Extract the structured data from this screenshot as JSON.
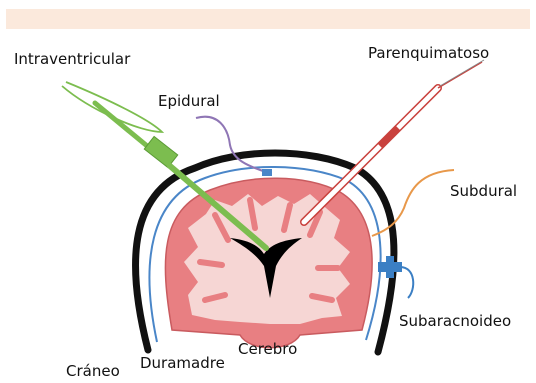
{
  "labels": {
    "intraventricular": "Intraventricular",
    "parenquimatoso": "Parenquimatoso",
    "epidural": "Epidural",
    "subdural": "Subdural",
    "subaracnoideo": "Subaracnoideo",
    "craneo": "Cráneo",
    "duramadre": "Duramadre",
    "cerebro": "Cerebro"
  },
  "colors": {
    "header_band": "#fbe9dc",
    "skull": "#111111",
    "dura": "#4a86c8",
    "brain_outer": "#e87f82",
    "brain_inner": "#f6d6d4",
    "ventricles": "#000000",
    "intraventricular_catheter": "#7cbd4f",
    "parenchymal_probe": "#c9413d",
    "epidural_lead": "#8f76b5",
    "subdural_lead": "#e8984a",
    "subarachnoid_bolt": "#3b7fc4"
  }
}
